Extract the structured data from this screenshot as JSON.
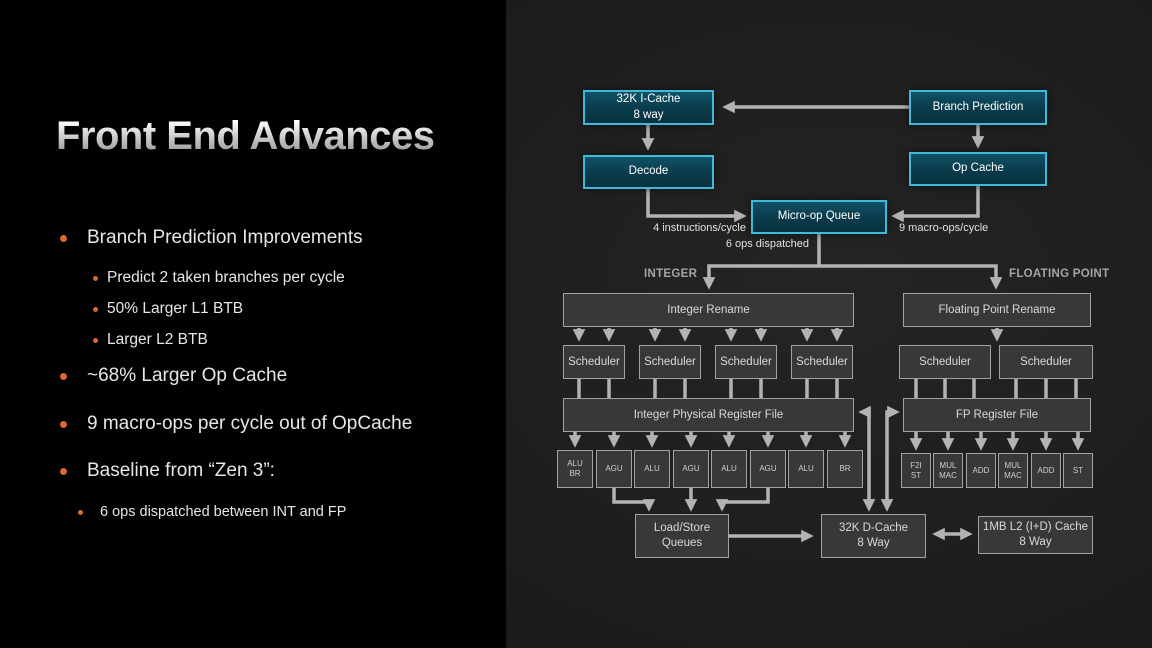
{
  "slide": {
    "title": "Front End Advances",
    "bullets": [
      {
        "level": 1,
        "text": "Branch Prediction Improvements"
      },
      {
        "level": 2,
        "text": "Predict 2 taken branches per cycle"
      },
      {
        "level": 2,
        "text": "50% Larger L1 BTB"
      },
      {
        "level": 2,
        "text": "Larger L2 BTB"
      },
      {
        "level": 1,
        "text": "~68% Larger Op Cache"
      },
      {
        "level": 1,
        "text": "9 macro-ops per cycle out of OpCache"
      },
      {
        "level": 1,
        "text": "Baseline from “Zen 3”:"
      },
      {
        "level": 2,
        "text": "6 ops dispatched between INT and FP"
      }
    ]
  },
  "diagram": {
    "front_end": {
      "icache": "32K I-Cache\n8 way",
      "branch_prediction": "Branch Prediction",
      "decode": "Decode",
      "op_cache": "Op Cache",
      "micro_op_queue": "Micro-op Queue"
    },
    "flow_labels": {
      "instructions_per_cycle": "4 instructions/cycle",
      "macro_ops_per_cycle": "9 macro-ops/cycle",
      "ops_dispatched": "6 ops dispatched"
    },
    "sections": {
      "integer": "INTEGER",
      "floating_point": "FLOATING POINT"
    },
    "scheduler_label": "Scheduler",
    "integer": {
      "rename": "Integer Rename",
      "register_file": "Integer Physical Register File",
      "units": [
        "ALU\nBR",
        "AGU",
        "ALU",
        "AGU",
        "ALU",
        "AGU",
        "ALU",
        "BR"
      ]
    },
    "fp": {
      "rename": "Floating Point Rename",
      "register_file": "FP Register File",
      "units": [
        "F2I\nST",
        "MUL\nMAC",
        "ADD",
        "MUL\nMAC",
        "ADD",
        "ST"
      ]
    },
    "memory": {
      "load_store_queues": "Load/Store\nQueues",
      "dcache": "32K D-Cache\n8 Way",
      "l2": "1MB L2 (I+D) Cache\n8 Way"
    }
  },
  "colors": {
    "accent_orange": "#D9692F",
    "teal_box_border": "#41B9D9",
    "teal_box_fill": "#0A3B4B",
    "gray_box_fill": "#383838",
    "gray_box_border": "#A2A2A2",
    "connector": "#B3B3B3",
    "left_background": "#010101",
    "right_background": "#1D1D1E"
  }
}
